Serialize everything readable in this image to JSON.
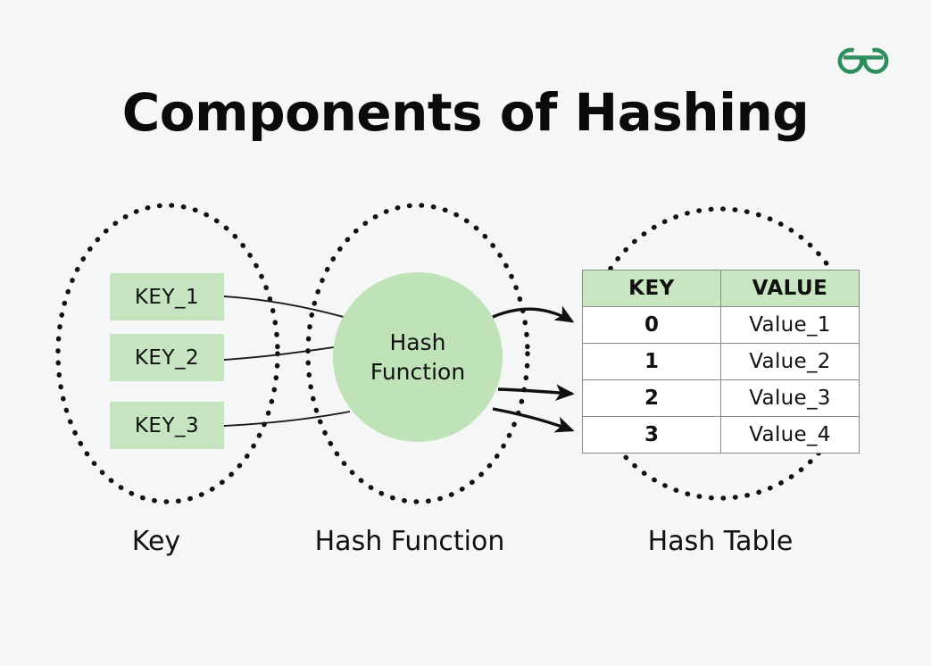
{
  "page": {
    "title": "Components of Hashing",
    "background_color": "#f5f6f6",
    "accent_green": "#bfe2b9",
    "box_green": "#c6e4c0",
    "logo_green": "#2f8d5f",
    "text_color": "#111111"
  },
  "logo": {
    "name": "geeksforgeeks-logo",
    "alt": "GG"
  },
  "keys": {
    "group_label": "Key",
    "items": [
      {
        "label": "KEY_1"
      },
      {
        "label": "KEY_2"
      },
      {
        "label": "KEY_3"
      }
    ]
  },
  "hash_function": {
    "group_label": "Hash Function",
    "line1": "Hash",
    "line2": "Function"
  },
  "hash_table": {
    "group_label": "Hash Table",
    "headers": [
      "KEY",
      "VALUE"
    ],
    "rows": [
      {
        "key": "0",
        "value": "Value_1"
      },
      {
        "key": "1",
        "value": "Value_2"
      },
      {
        "key": "2",
        "value": "Value_3"
      },
      {
        "key": "3",
        "value": "Value_4"
      }
    ]
  }
}
